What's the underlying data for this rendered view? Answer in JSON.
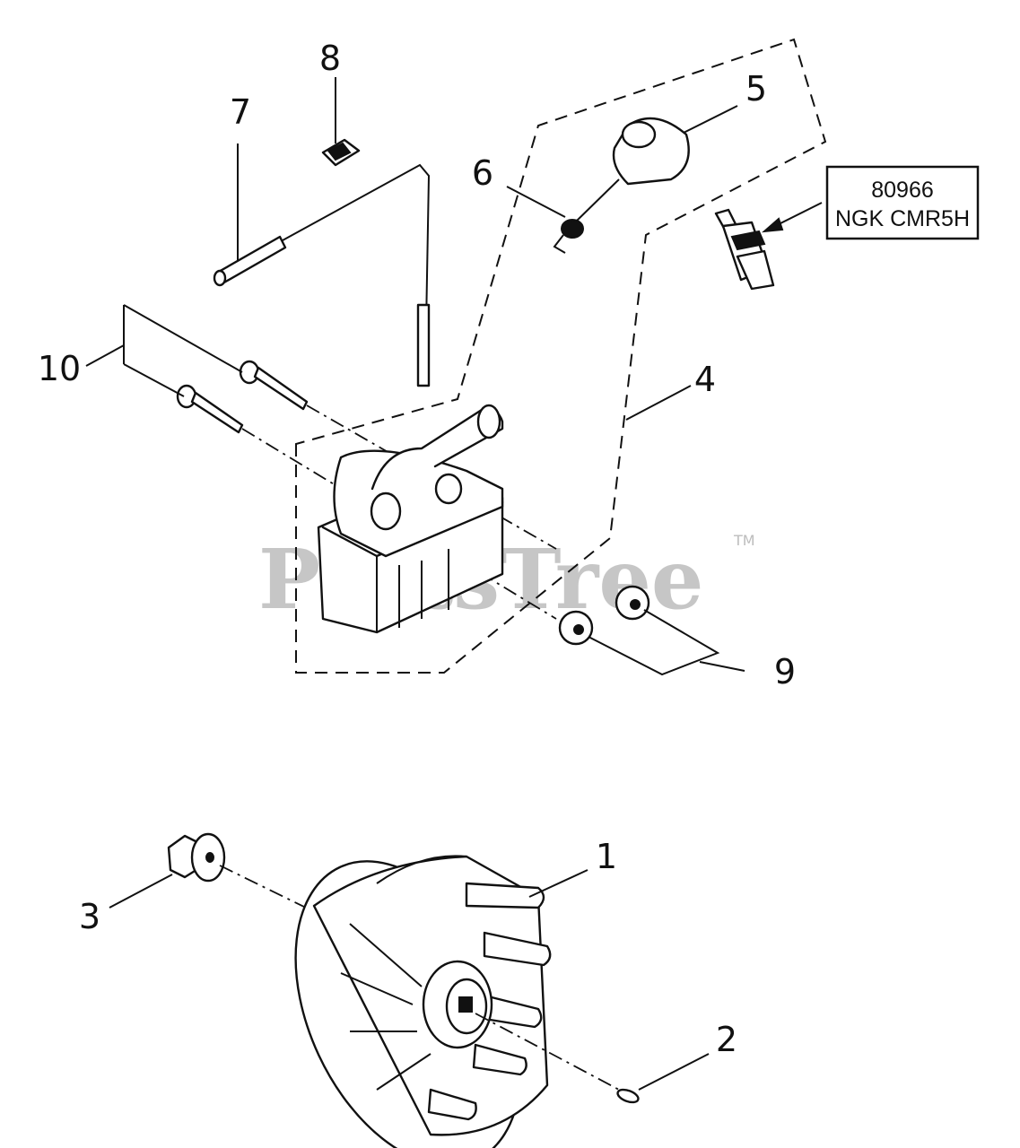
{
  "callouts": {
    "c1": "1",
    "c2": "2",
    "c3": "3",
    "c4": "4",
    "c5": "5",
    "c6": "6",
    "c7": "7",
    "c8": "8",
    "c9": "9",
    "c10": "10"
  },
  "spec_box": {
    "part_number": "80966",
    "spark_plug": "NGK CMR5H"
  },
  "watermark": {
    "brand": "PartsTree",
    "trademark": "TM"
  }
}
